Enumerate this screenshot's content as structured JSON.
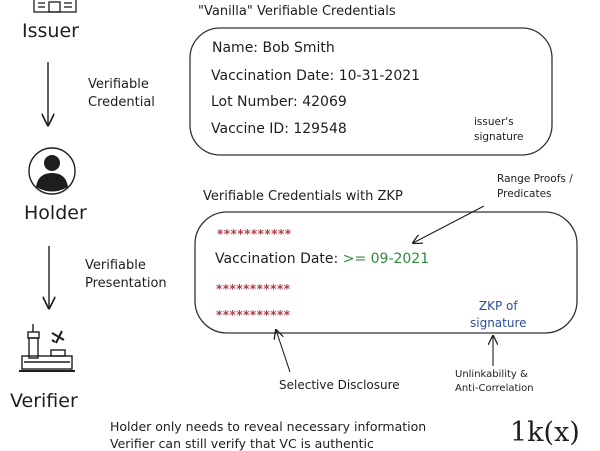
{
  "actors": {
    "issuer": "Issuer",
    "holder": "Holder",
    "verifier": "Verifier"
  },
  "flows": {
    "credential": [
      "Verifiable",
      "Credential"
    ],
    "presentation": [
      "Verifiable",
      "Presentation"
    ]
  },
  "vanilla": {
    "title": "\"Vanilla\" Verifiable Credentials",
    "fields": [
      "Name: Bob Smith",
      "Vaccination Date: 10-31-2021",
      "Lot Number: 42069",
      "Vaccine ID: 129548"
    ],
    "signature": [
      "issuer's",
      "signature"
    ]
  },
  "zkp": {
    "title": "Verifiable Credentials with ZKP",
    "hidden": "***********",
    "date_label": "Vaccination Date:",
    "date_value": ">= 09-2021",
    "signature": [
      "ZKP of",
      "signature"
    ]
  },
  "annotations": {
    "range_proofs": [
      "Range Proofs /",
      "Predicates"
    ],
    "selective": "Selective Disclosure",
    "unlinkability": [
      "Unlinkability &",
      "Anti-Correlation"
    ]
  },
  "footer": {
    "lines": [
      "Holder only needs to reveal necessary information",
      "Verifier can still verify that VC is authentic"
    ],
    "logo": "1k(x)"
  },
  "colors": {
    "hidden": "#b03a48",
    "predicate": "#2f8a3c",
    "zkp": "#2d4ea0"
  }
}
